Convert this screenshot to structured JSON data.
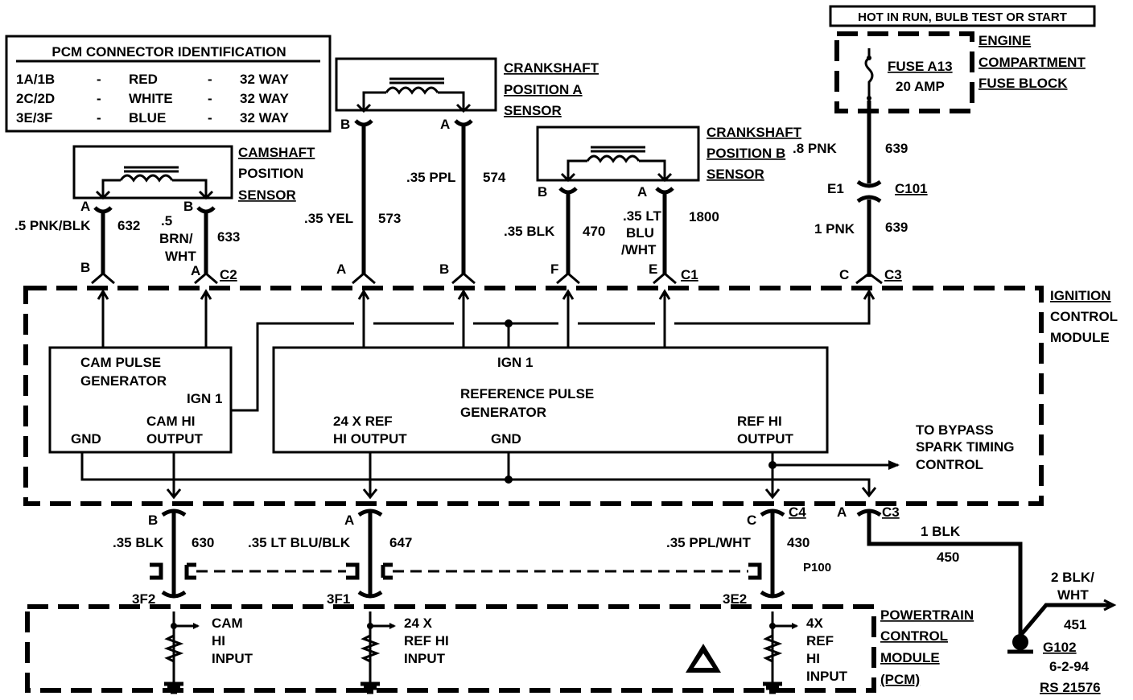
{
  "pcm_table": {
    "title": "PCM CONNECTOR IDENTIFICATION",
    "rows": [
      {
        "conn": "1A/1B",
        "sep1": "-",
        "color": "RED",
        "sep2": "-",
        "way": "32 WAY"
      },
      {
        "conn": "2C/2D",
        "sep1": "-",
        "color": "WHITE",
        "sep2": "-",
        "way": "32 WAY"
      },
      {
        "conn": "3E/3F",
        "sep1": "-",
        "color": "BLUE",
        "sep2": "-",
        "way": "32 WAY"
      }
    ]
  },
  "power": {
    "hot_label": "HOT IN RUN,  BULB TEST OR START",
    "fuse_name": "FUSE A13",
    "fuse_rating": "20 AMP",
    "block_line1": "ENGINE",
    "block_line2": "COMPARTMENT",
    "block_line3": "FUSE BLOCK",
    "wire_top_gauge": ".8 PNK",
    "wire_top_circuit": "639",
    "conn_e1": "E1",
    "conn_c101": "C101",
    "wire_bot_gauge": "1 PNK",
    "wire_bot_circuit": "639",
    "pin_c": "C",
    "conn_c3": "C3"
  },
  "camshaft_sensor": {
    "line1": "CAMSHAFT",
    "line2": "POSITION",
    "line3": "SENSOR",
    "pin_a_top": "A",
    "pin_b_top": "B",
    "wire_a_gauge": ".5 PNK/BLK",
    "wire_a_circuit": "632",
    "wire_b_gauge1": ".5",
    "wire_b_gauge2": "BRN/",
    "wire_b_gauge3": "WHT",
    "wire_b_circuit": "633",
    "pin_b_bot": "B",
    "pin_a_bot": "A",
    "conn": "C2"
  },
  "crank_a_sensor": {
    "line1": "CRANKSHAFT",
    "line2": "POSITION A",
    "line3": "SENSOR",
    "pin_b_top": "B",
    "pin_a_top": "A",
    "wire1_gauge": ".35 YEL",
    "wire1_circuit": "573",
    "wire2_gauge": ".35 PPL",
    "wire2_circuit": "574",
    "pin_a_bot": "A",
    "pin_b_bot": "B"
  },
  "crank_b_sensor": {
    "line1": "CRANKSHAFT",
    "line2": "POSITION B",
    "line3": "SENSOR",
    "pin_b_top": "B",
    "pin_a_top": "A",
    "wire1_gauge": ".35 BLK",
    "wire1_circuit": "470",
    "wire2_gauge1": ".35 LT",
    "wire2_gauge2": "BLU",
    "wire2_gauge3": "/WHT",
    "wire2_circuit": "1800",
    "pin_f": "F",
    "pin_e": "E",
    "conn": "C1"
  },
  "icm": {
    "line1": "IGNITION",
    "line2": "CONTROL",
    "line3": "MODULE",
    "cam_gen_line1": "CAM PULSE",
    "cam_gen_line2": "GENERATOR",
    "cam_ign": "IGN 1",
    "cam_gnd": "GND",
    "cam_out1": "CAM HI",
    "cam_out2": "OUTPUT",
    "ref_ign": "IGN 1",
    "ref_gen_line1": "REFERENCE PULSE",
    "ref_gen_line2": "GENERATOR",
    "ref_24x1": "24 X REF",
    "ref_24x2": "HI OUTPUT",
    "ref_gnd": "GND",
    "ref_hi1": "REF HI",
    "ref_hi2": "OUTPUT",
    "bypass1": "TO BYPASS",
    "bypass2": "SPARK TIMING",
    "bypass3": "CONTROL"
  },
  "lower_wires": {
    "pin_b": "B",
    "w1_gauge": ".35 BLK",
    "w1_circuit": "630",
    "pin_a": "A",
    "w2_gauge": ".35 LT BLU/BLK",
    "w2_circuit": "647",
    "pin_c": "C",
    "conn_c4": "C4",
    "w3_gauge": ".35 PPL/WHT",
    "w3_circuit": "430",
    "conn_p100": "P100",
    "pin_a2": "A",
    "conn_c3": "C3",
    "gnd_gauge": "1 BLK",
    "gnd_circuit": "450",
    "pcm_pin1": "3F2",
    "pcm_pin2": "3F1",
    "pcm_pin3": "3E2"
  },
  "pcm": {
    "line1": "POWERTRAIN",
    "line2": "CONTROL",
    "line3": "MODULE",
    "line4": "(PCM)",
    "in1_a": "CAM",
    "in1_b": "HI",
    "in1_c": "INPUT",
    "in2_a": "24 X",
    "in2_b": "REF HI",
    "in2_c": "INPUT",
    "in3_a": "4X",
    "in3_b": "REF",
    "in3_c": "HI",
    "in3_d": "INPUT"
  },
  "ground": {
    "wire_gauge1": "2 BLK/",
    "wire_gauge2": "WHT",
    "wire_circuit": "451",
    "name": "G102",
    "date": "6-2-94",
    "ref": "RS 21576"
  }
}
